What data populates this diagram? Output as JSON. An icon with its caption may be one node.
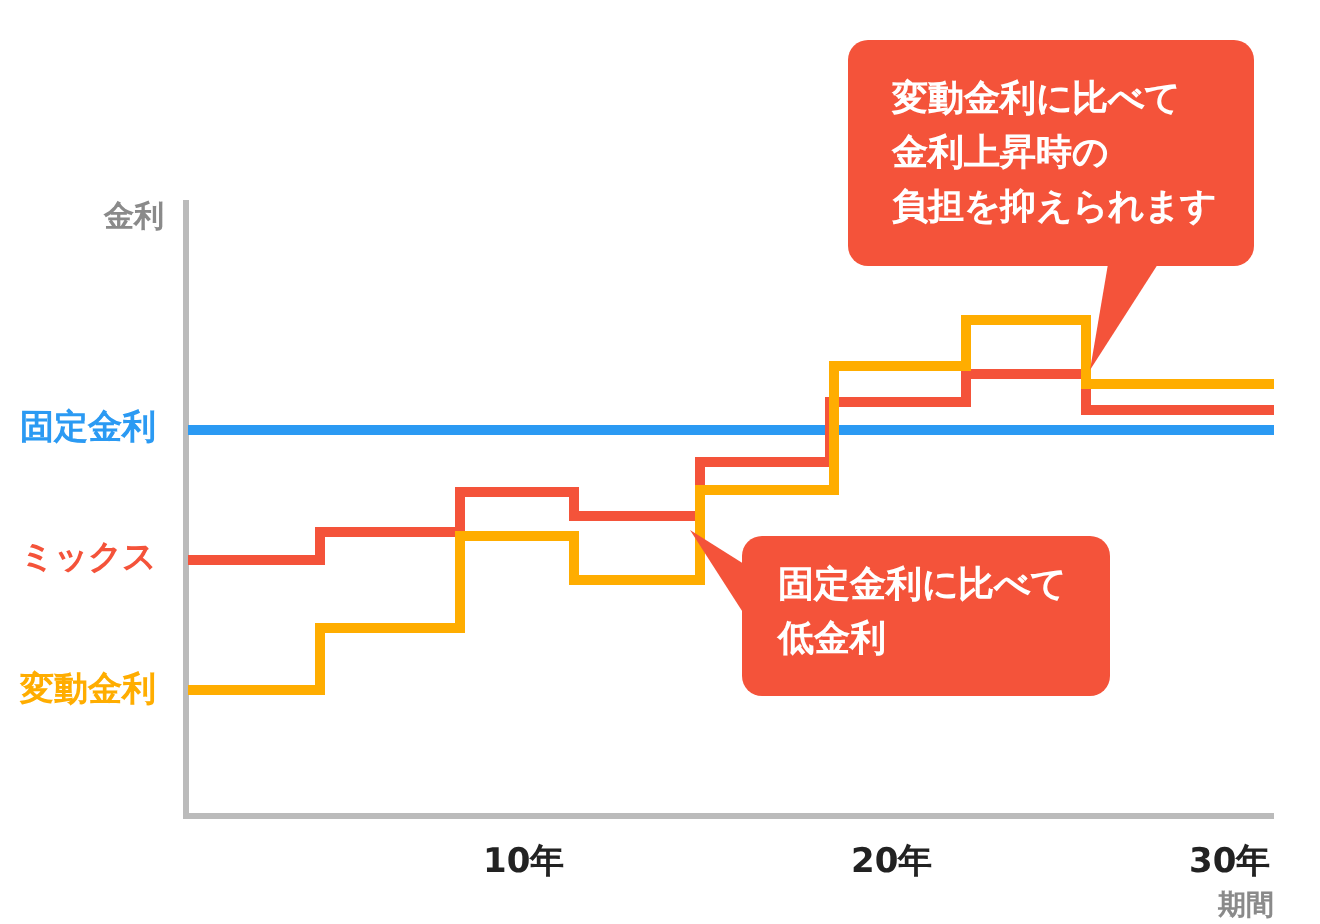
{
  "diagram": {
    "nodes": [
      {
        "text": [
          "変動金利に比べて金利上昇時の負担を抑えられます"
        ]
      },
      {
        "text": [
          "固定金利に比べて低金利"
        ]
      }
    ],
    "labels": [
      "金利",
      "固定金利",
      "ミックス",
      "変動金利",
      "10年",
      "20年",
      "30年",
      "期間"
    ]
  }
}
